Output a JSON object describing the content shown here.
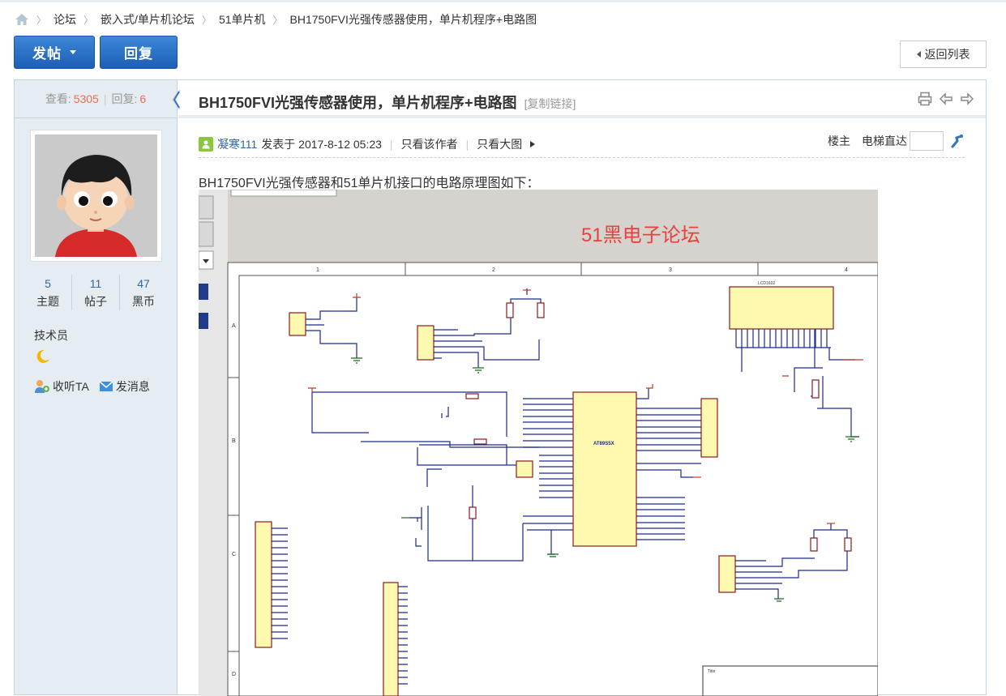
{
  "breadcrumb": {
    "items": [
      "论坛",
      "嵌入式/单片机论坛",
      "51单片机",
      "BH1750FVI光强传感器使用，单片机程序+电路图"
    ]
  },
  "toolbar": {
    "post_label": "发帖",
    "reply_label": "回复",
    "back_label": "返回列表"
  },
  "sidebar": {
    "views_label": "查看:",
    "views": "5305",
    "replies_label": "回复:",
    "replies": "6",
    "stats": [
      {
        "value": "5",
        "label": "主题"
      },
      {
        "value": "11",
        "label": "帖子"
      },
      {
        "value": "47",
        "label": "黑币"
      }
    ],
    "rank": "技术员",
    "follow_label": "收听TA",
    "message_label": "发消息"
  },
  "thread": {
    "title": "BH1750FVI光强传感器使用，单片机程序+电路图",
    "copy_link": "[复制链接]"
  },
  "post": {
    "author": "凝寒111",
    "posted_at": "发表于 2017-8-12 05:23",
    "only_author": "只看该作者",
    "only_big_image": "只看大图",
    "floor_label": "楼主",
    "jump_label": "电梯直达",
    "text": "BH1750FVI光强传感器和51单片机接口的电路原理图如下："
  },
  "schematic": {
    "watermark": "51黑电子论坛",
    "column_labels": [
      "1",
      "2",
      "3",
      "4"
    ],
    "row_labels": [
      "A",
      "B",
      "C",
      "D"
    ],
    "mcu_label": "AT89S5X",
    "lcd_label": "LCD1602",
    "title_block": "Title"
  },
  "colors": {
    "accent": "#336699",
    "button_blue": "#2a6fc5",
    "highlight": "#f26c4f",
    "sidebar_bg": "#e5edf2",
    "watermark_red": "#e8413e"
  }
}
